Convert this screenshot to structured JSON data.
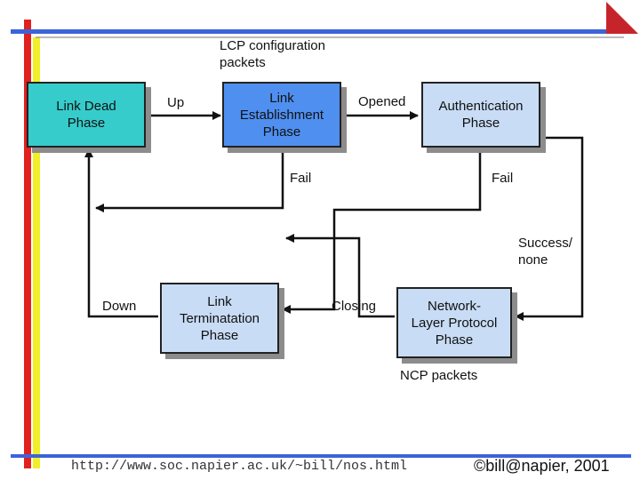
{
  "colors": {
    "red_bar": "#e0211d",
    "yellow_bar": "#f2ee2a",
    "blue_rule": "#3d63d8",
    "corner_red": "#c5252a",
    "link_dead_fill": "#36cccc",
    "link_establishment_fill": "#4f8ff0",
    "authentication_fill": "#c8dcf5",
    "termination_fill": "#c8dcf5",
    "network_fill": "#c8dcf5"
  },
  "boxes": {
    "link_dead": "Link Dead\nPhase",
    "link_establishment": "Link\nEstablishment\nPhase",
    "authentication": "Authentication\nPhase",
    "termination": "Link\nTerminatation\nPhase",
    "network": "Network-\nLayer Protocol\nPhase"
  },
  "labels": {
    "lcp": "LCP configuration\npackets",
    "up": "Up",
    "opened": "Opened",
    "fail1": "Fail",
    "fail2": "Fail",
    "success": "Success/\nnone",
    "down": "Down",
    "closing": "Closing",
    "ncp": "NCP packets"
  },
  "footer": {
    "url": "http://www.soc.napier.ac.uk/~bill/nos.html",
    "copyright": "©bill@napier, 2001"
  }
}
